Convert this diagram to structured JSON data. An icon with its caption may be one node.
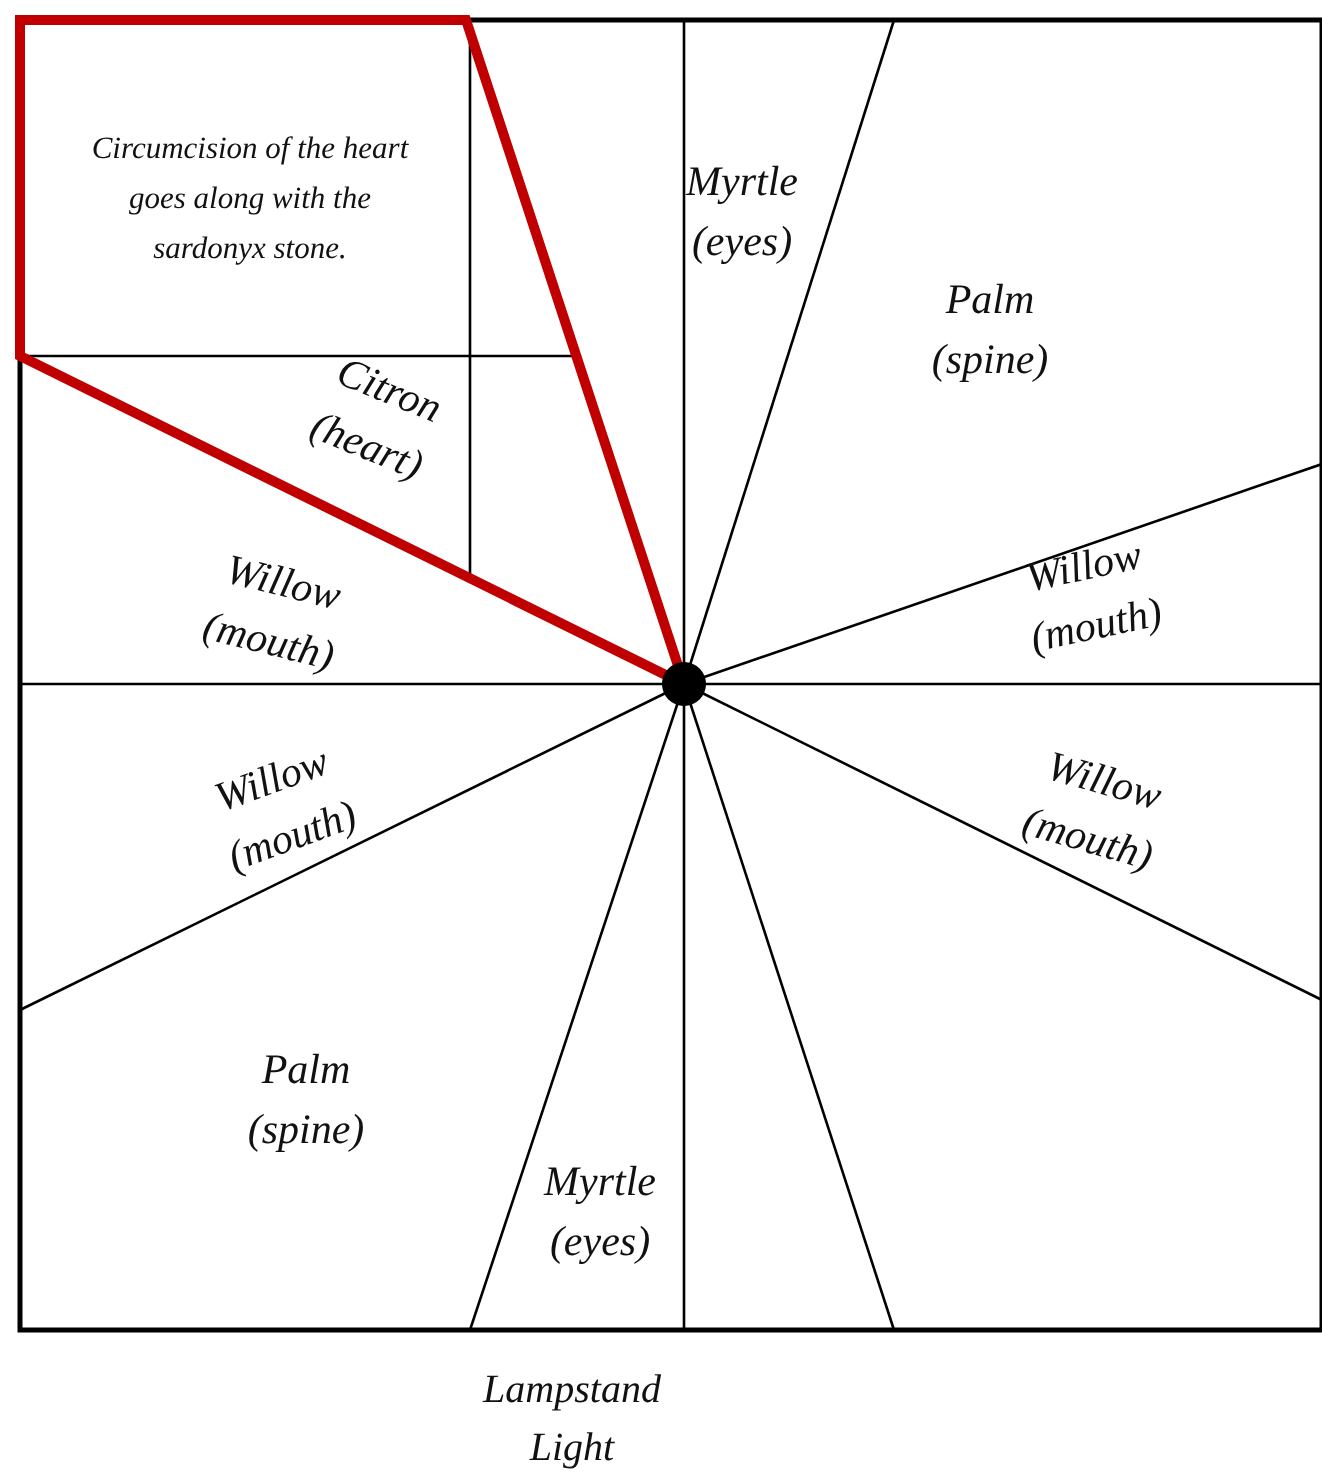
{
  "diagram": {
    "labels": [
      "Circumcision of the heart goes along with the sardonyx stone.",
      "Myrtle (eyes)",
      "Palm (spine)",
      "Citron (heart)",
      "Willow (mouth)",
      "Willow (mouth)",
      "Willow (mouth)",
      "Willow (mouth)",
      "Palm (spine)",
      "Myrtle (eyes)",
      "Lampstand Light"
    ]
  }
}
